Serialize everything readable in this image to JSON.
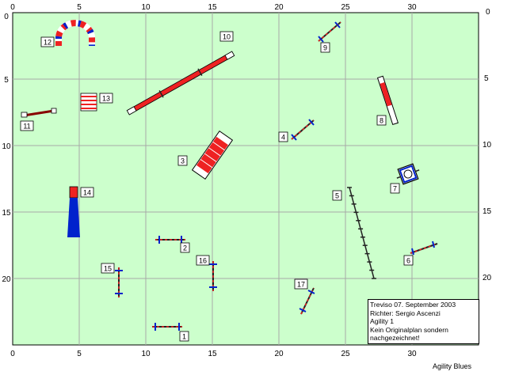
{
  "course": {
    "field_color": "#ccffcc",
    "grid_color": "#a8a8a8",
    "x_ticks": [
      "0",
      "5",
      "10",
      "15",
      "20",
      "25",
      "30"
    ],
    "y_ticks": [
      "0",
      "5",
      "10",
      "15",
      "20"
    ],
    "obstacle_numbers": [
      "1",
      "2",
      "3",
      "4",
      "5",
      "6",
      "7",
      "8",
      "9",
      "10",
      "11",
      "12",
      "13",
      "14",
      "15",
      "16",
      "17"
    ]
  },
  "info_box": {
    "lines": [
      "Treviso 07. September 2003",
      "Richter: Sergio Ascenzi",
      "Agility 1",
      "Kein Originalplan sondern",
      "nachgezeichnet!"
    ]
  },
  "brand": "Agility Blues",
  "colors": {
    "red": "#ee2222",
    "blue": "#0022cc",
    "dark_red": "#880000",
    "pole_dark": "#222222"
  }
}
